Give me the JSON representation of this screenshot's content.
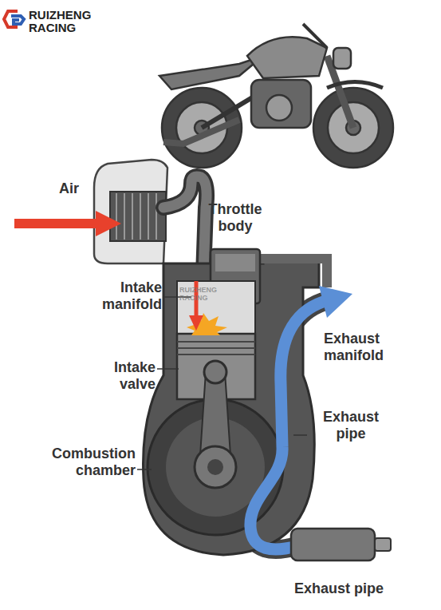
{
  "diagram": {
    "labels": [
      "RUIZHENG RACING",
      "Air",
      "Throttle body",
      "Intake manifold",
      "Intake valve",
      "Combustion chamber",
      "Exhaust manifold",
      "Exhaust pipe",
      "Exhaust pipe",
      "RUIZHENG RACING"
    ]
  }
}
